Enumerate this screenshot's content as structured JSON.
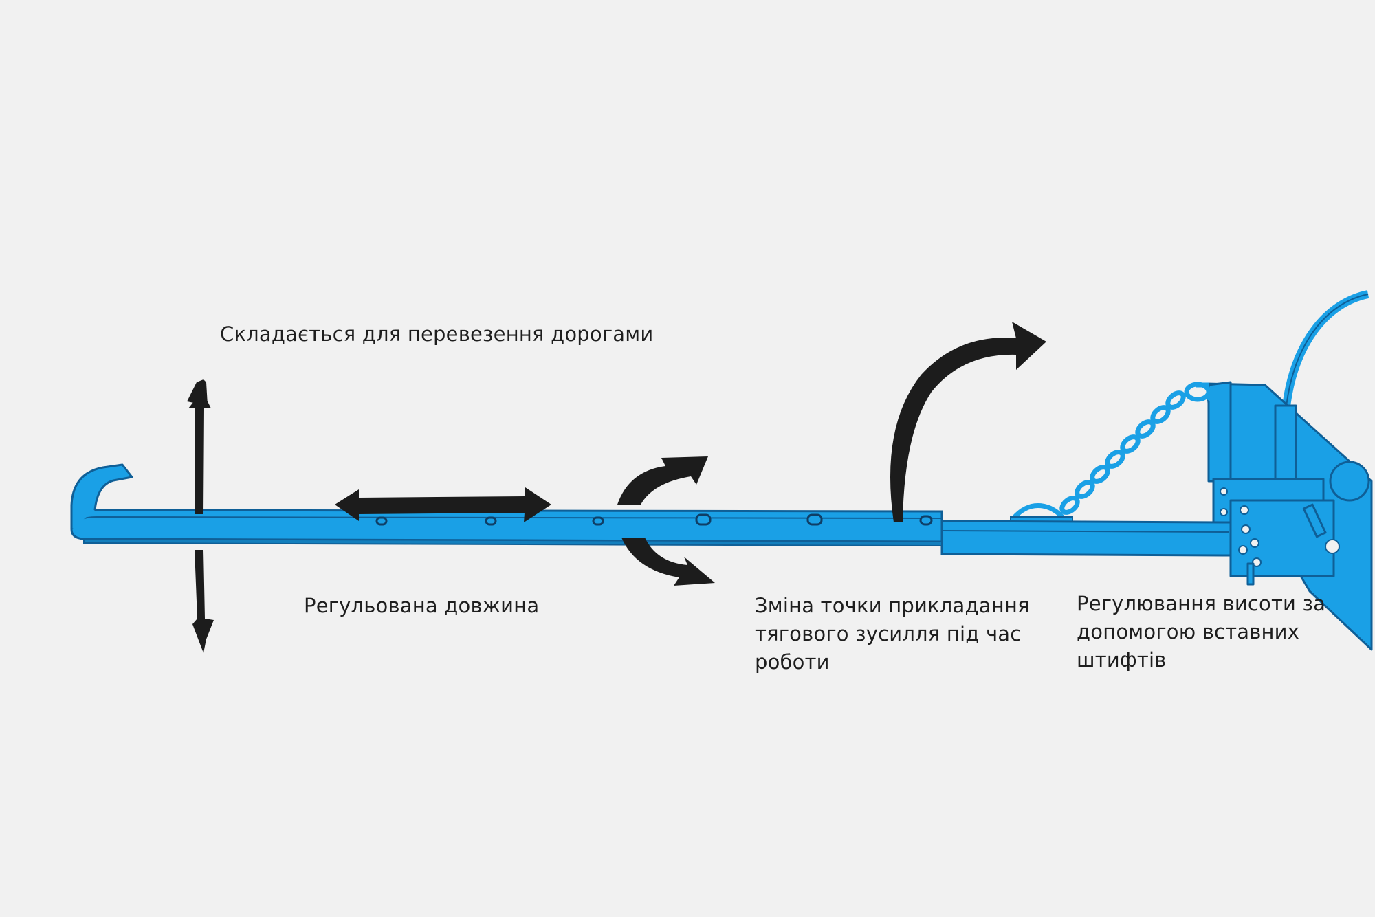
{
  "labels": {
    "folding": "Складається для перевезення дорогами",
    "length": "Регульована довжина",
    "traction_lines": [
      "Зміна точки прикладання",
      "тягового зусилля під час",
      "роботи"
    ],
    "height_lines": [
      "Регулювання висоти за",
      "допомогою вставних",
      "штифтів"
    ]
  },
  "colors": {
    "background": "#f1f1f1",
    "drawbar": "#1aa0e6",
    "outline": "#0f5f97",
    "arrow": "#1c1c1c",
    "text": "#1e1e1e"
  },
  "icons": {
    "vertical-arrow": "double-headed vertical arrow",
    "horizontal-arrow": "double-headed horizontal arrow",
    "rotate-arrows": "pair of curved rotation arrows",
    "curved-arrow": "curved upward arrow"
  }
}
